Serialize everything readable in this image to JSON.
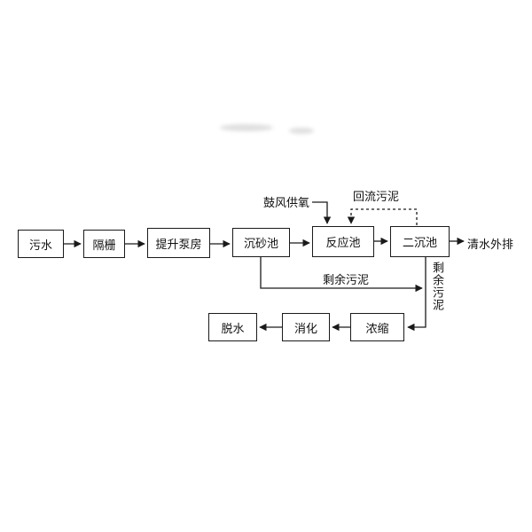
{
  "nodes": {
    "sewage": "污水",
    "screen": "隔栅",
    "lift_pump": "提升泵房",
    "grit_chamber": "沉砂池",
    "reaction_tank": "反应池",
    "secondary_clarifier": "二沉池",
    "thickening": "浓缩",
    "digestion": "消化",
    "dewatering": "脱水"
  },
  "labels": {
    "blower_oxygen": "鼓风供氧",
    "return_sludge": "回流污泥",
    "excess_sludge": "剩余污泥",
    "excess_sludge_vertical": "剩余污泥",
    "effluent": "清水外排"
  },
  "colors": {
    "line": "#1a1a1a",
    "box_border": "#1a1a1a",
    "text": "#111111",
    "background": "#ffffff"
  }
}
